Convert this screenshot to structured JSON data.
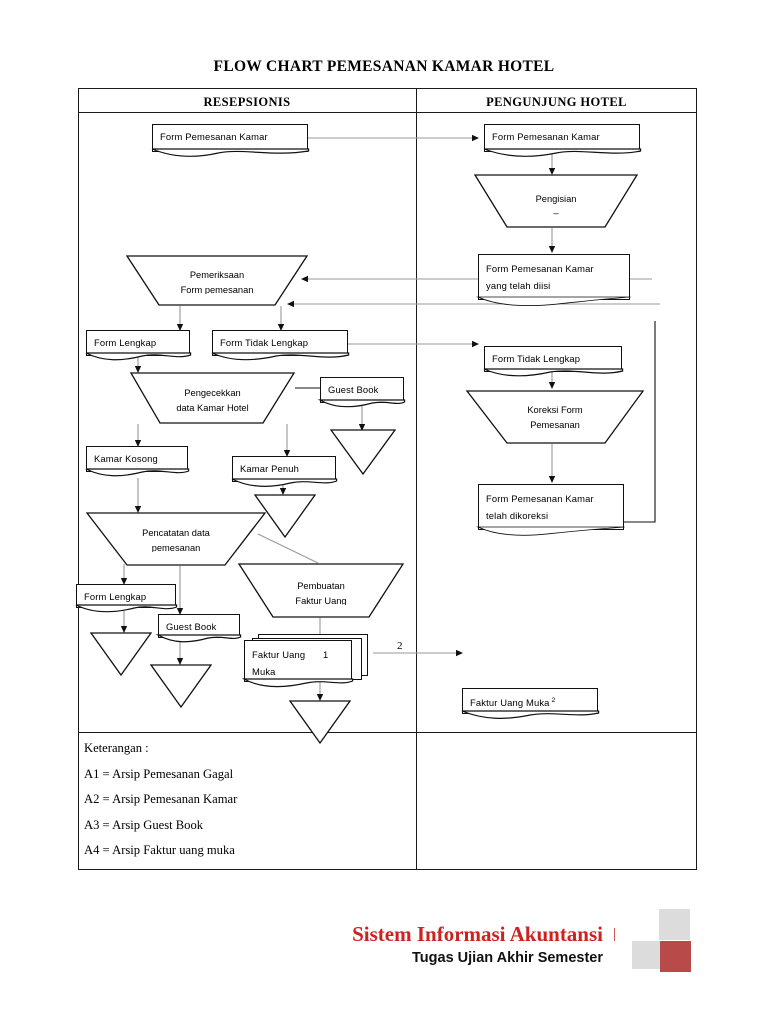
{
  "document": {
    "title": "FLOW CHART PEMESANAN KAMAR HOTEL"
  },
  "columns": {
    "left_header": "RESEPSIONIS",
    "right_header": "PENGUNJUNG HOTEL"
  },
  "nodes": {
    "l_form_pemesanan_kamar": "Form Pemesanan Kamar",
    "l_pemeriksaan_1": "Pemeriksaan",
    "l_pemeriksaan_2": "Form pemesanan",
    "l_form_lengkap_1": "Form Lengkap",
    "l_form_tidak_lengkap": "Form Tidak Lengkap",
    "l_pengecekkan_1": "Pengecekkan",
    "l_pengecekkan_2": "data Kamar Hotel",
    "l_guest_book_1": "Guest Book",
    "l_kamar_kosong": "Kamar Kosong",
    "l_kamar_penuh": "Kamar Penuh",
    "l_pencatatan_1": "Pencatatan data",
    "l_pencatatan_2": "pemesanan",
    "l_form_lengkap_2": "Form Lengkap",
    "l_guest_book_2": "Guest Book",
    "l_pembuatan_1": "Pembuatan",
    "l_pembuatan_2": "Faktur Uang",
    "l_faktur_uang_muka_1": "Faktur Uang",
    "l_faktur_uang_muka_2": "Muka",
    "l_faktur_copy_num": "1",
    "r_form_pemesanan_kamar": "Form Pemesanan Kamar",
    "r_pengisian_1": "Pengisian",
    "r_pengisian_2": "–",
    "r_form_terisi_1": "Form Pemesanan Kamar",
    "r_form_terisi_2": "yang telah diisi",
    "r_form_tidak_lengkap": "Form Tidak Lengkap",
    "r_koreksi_1": "Koreksi Form",
    "r_koreksi_2": "Pemesanan",
    "r_dikoreksi_1": "Form Pemesanan Kamar",
    "r_dikoreksi_2": "telah dikoreksi",
    "r_faktur_uang_muka": "Faktur Uang Muka",
    "r_faktur_sup": "2"
  },
  "connector_labels": {
    "to_visitor_2": "2"
  },
  "keterangan": {
    "heading": "Keterangan :",
    "items": [
      "A1 = Arsip Pemesanan Gagal",
      "A2 = Arsip Pemesanan Kamar",
      "A3 = Arsip Guest Book",
      "A4 = Arsip Faktur uang muka"
    ]
  },
  "footer": {
    "line1": "Sistem Informasi Akuntansi",
    "divider": "|",
    "line2": "Tugas Ujian Akhir Semester",
    "logo_colors": {
      "top_right": "#dcdcdc",
      "bottom_left": "#dcdcdc",
      "bottom_right": "#b84a4a"
    },
    "title_color": "#cc2222"
  }
}
